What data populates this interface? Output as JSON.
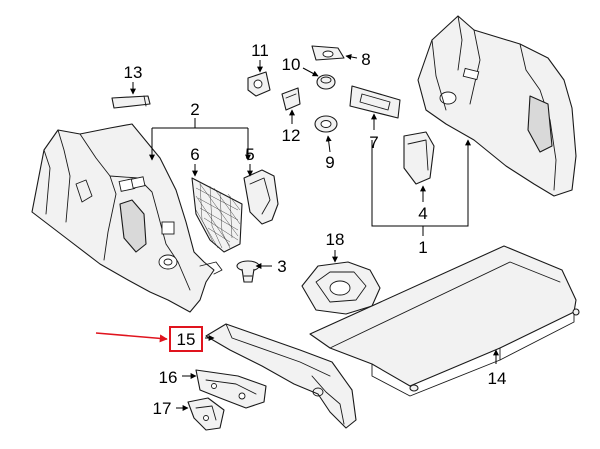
{
  "callouts": {
    "c1": "1",
    "c2": "2",
    "c3": "3",
    "c4": "4",
    "c5": "5",
    "c6": "6",
    "c7": "7",
    "c8": "8",
    "c9": "9",
    "c10": "10",
    "c11": "11",
    "c12": "12",
    "c13": "13",
    "c14": "14",
    "c15": "15",
    "c16": "16",
    "c17": "17",
    "c18": "18"
  },
  "highlight": {
    "callout": "15",
    "color": "#e0141e"
  }
}
